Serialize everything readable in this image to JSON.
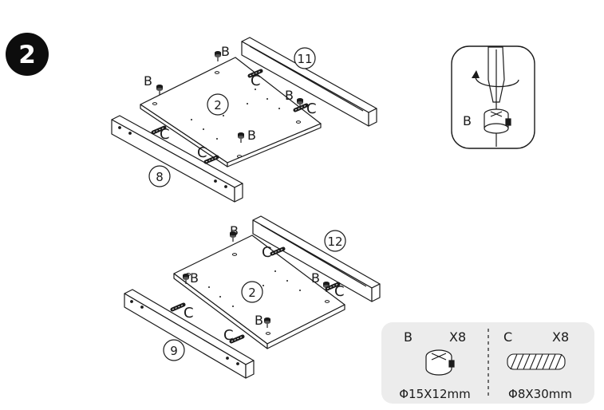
{
  "step": {
    "number": "2"
  },
  "assembly_top": {
    "panel_label": "2",
    "front_rail_label": "8",
    "back_rail_label": "11",
    "callouts": {
      "b1": "B",
      "b2": "B",
      "b3": "B",
      "b4": "B",
      "c1": "C",
      "c2": "C",
      "c3": "C",
      "c4": "C"
    }
  },
  "assembly_bottom": {
    "panel_label": "2",
    "front_rail_label": "9",
    "back_rail_label": "12",
    "callouts": {
      "b1": "B",
      "b2": "B",
      "b3": "B",
      "b4": "B",
      "c1": "C",
      "c2": "C",
      "c3": "C",
      "c4": "C"
    }
  },
  "detail": {
    "label": "B"
  },
  "hardware": [
    {
      "letter": "B",
      "qty": "X8",
      "size": "Φ15X12mm",
      "icon": "cam-lock-icon"
    },
    {
      "letter": "C",
      "qty": "X8",
      "size": "Φ8X30mm",
      "icon": "wood-dowel-icon"
    }
  ],
  "colors": {
    "line": "#1a1a1a",
    "badge": "#0d0d0d",
    "panel_bg": "#ececec",
    "page": "#ffffff"
  }
}
